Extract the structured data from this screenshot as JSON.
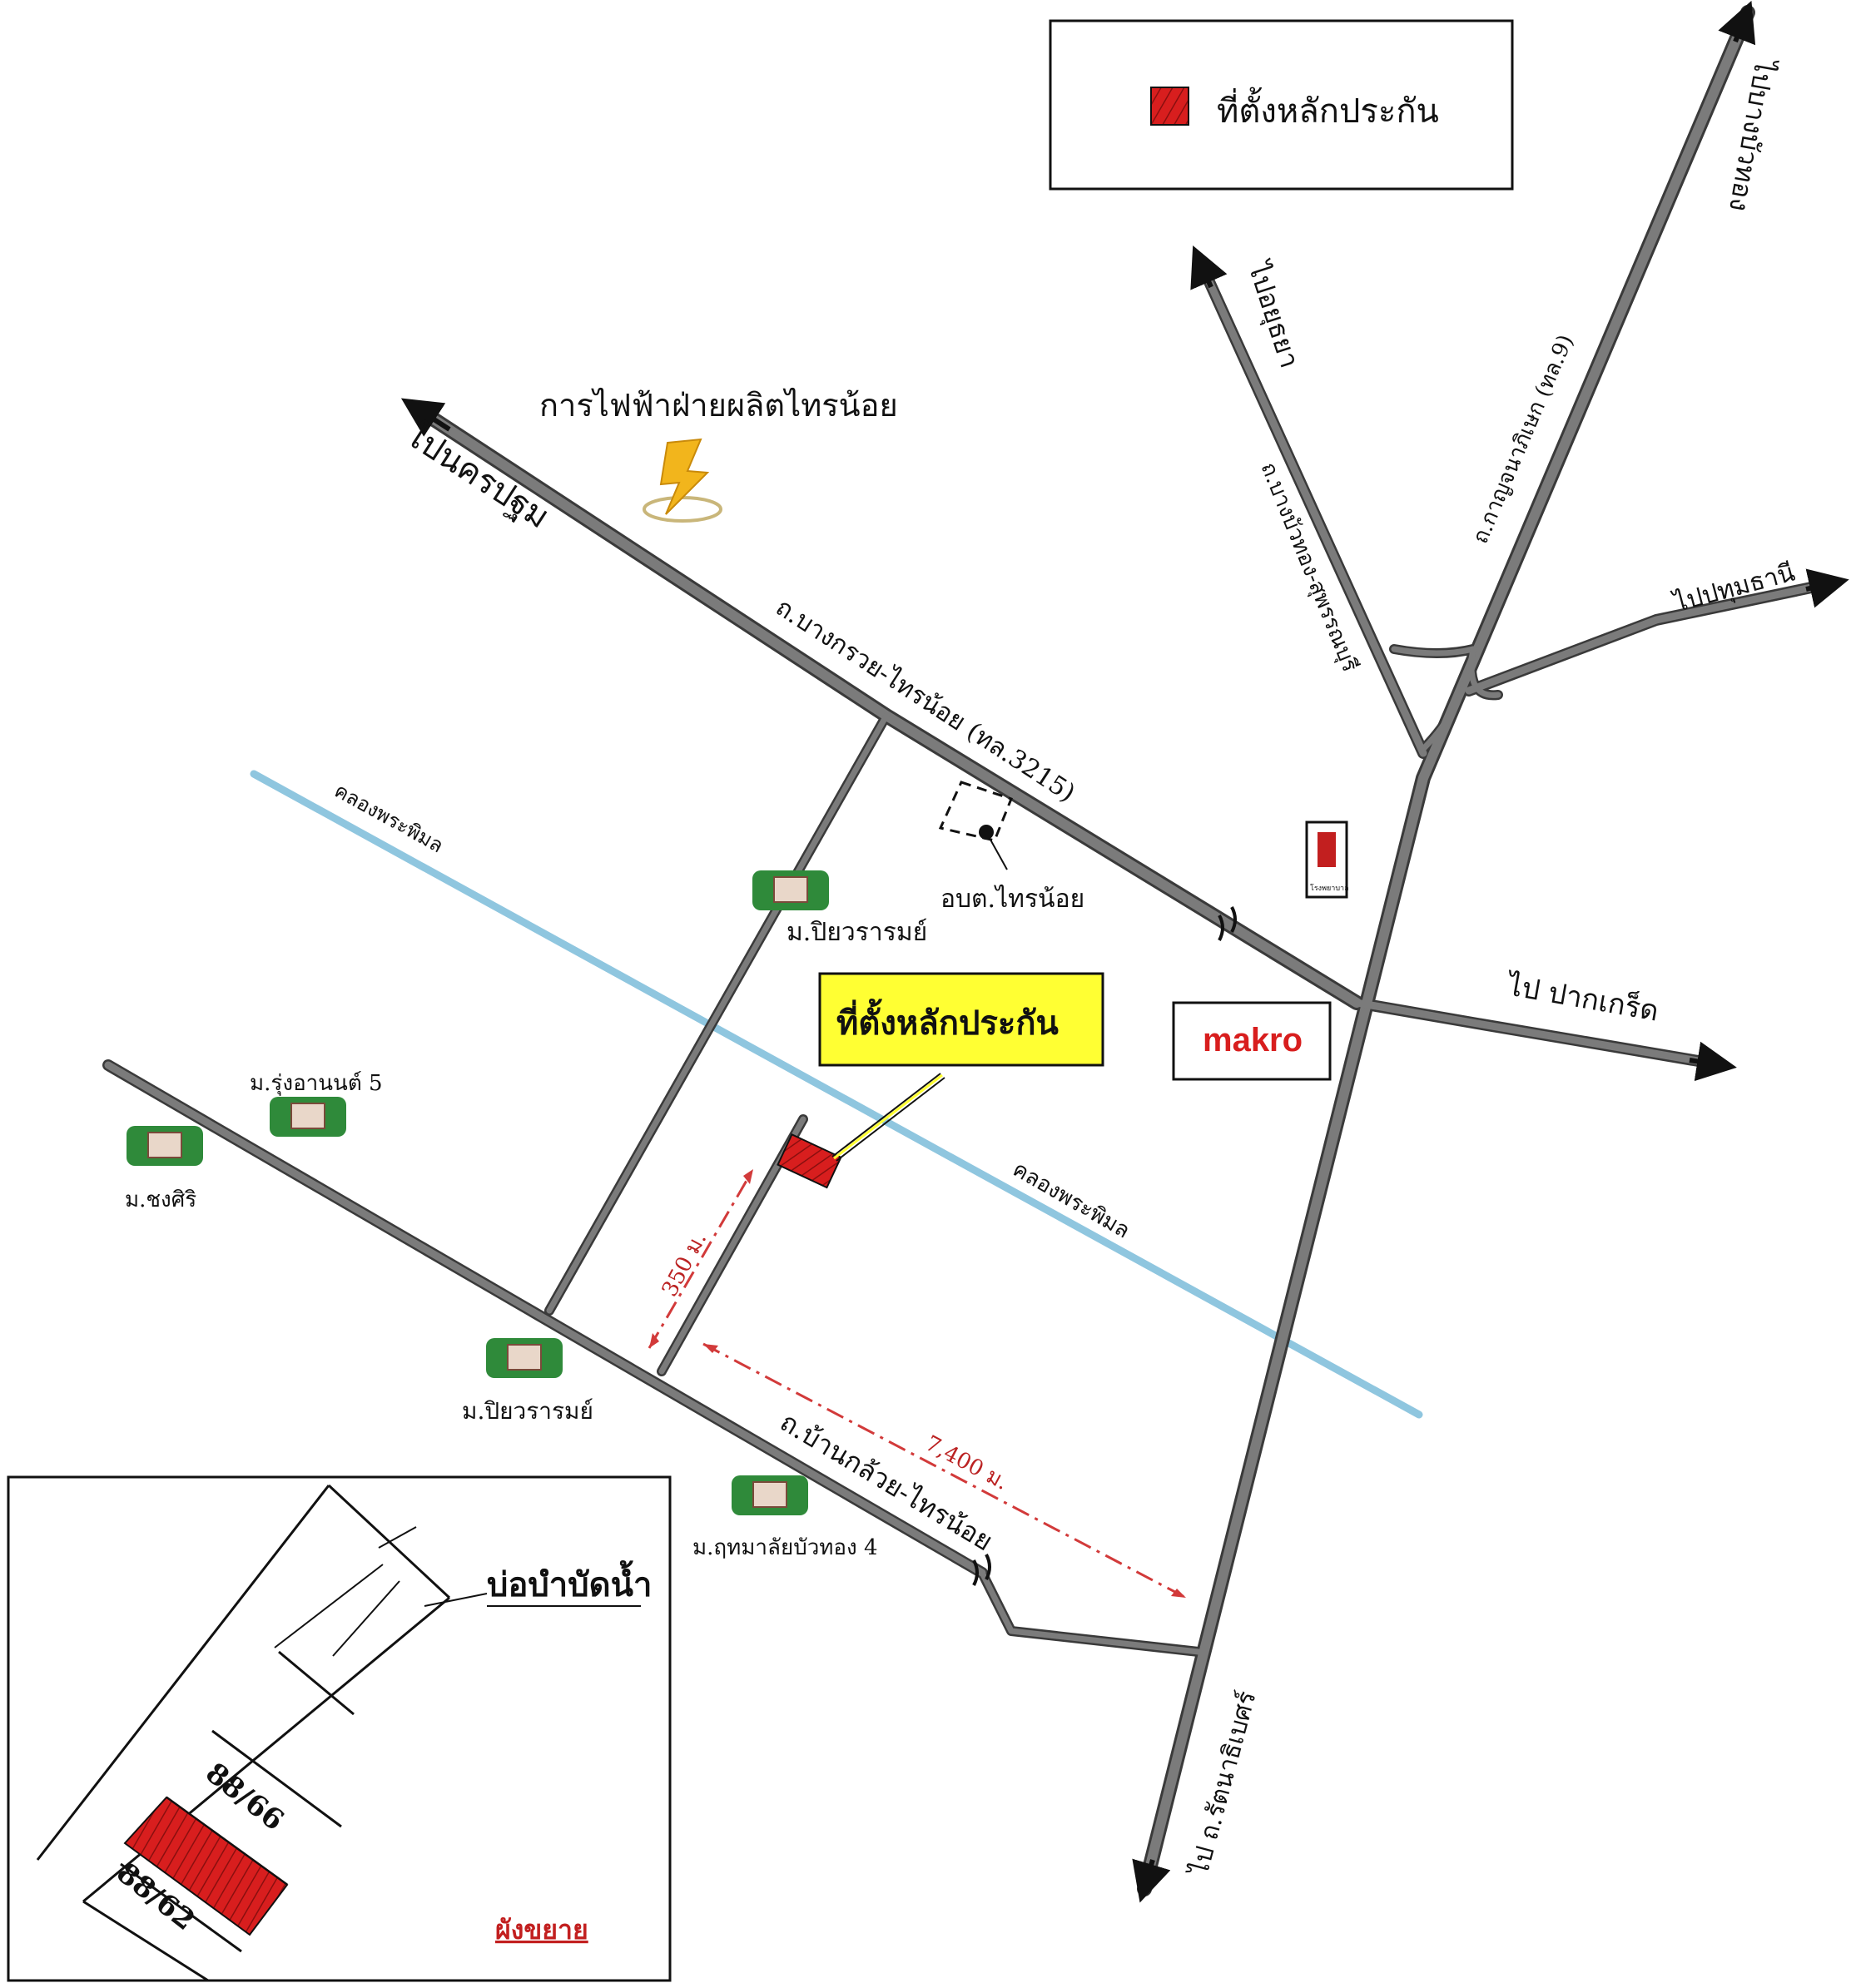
{
  "legend": {
    "marker_label": "ที่ตั้งหลักประกัน",
    "marker_color": "#d81e1e"
  },
  "places": {
    "egat": "การไฟฟ้าฝ่ายผลิตไทรน้อย",
    "sao": "อบต.ไทรน้อย",
    "makro": "makro",
    "collateral_callout": "ที่ตั้งหลักประกัน",
    "collateral_callout_bg": "#ffff33",
    "village_piyaram_1": "ม.ปิยวรารมย์",
    "village_piyaram_2": "ม.ปิยวรารมย์",
    "village_rungarun5": "ม.รุ่งอานนต์ 5",
    "village_chongsiri": "ม.ชงศิริ",
    "village_buathong4": "ม.ฤทมาลัยบัวทอง 4",
    "hospital_label": "โรงพยาบาล"
  },
  "roads": {
    "bangkruai_sainoi": "ถ.บางกรวย-ไทรน้อย (ทล.3215)",
    "bankluay_sainoi": "ถ.บ้านกล้วย-ไทรน้อย",
    "bangbuathong_suphan": "ถ.บางบัวทอง-สุพรรณบุรี",
    "kanchanaphisek": "ถ.กาญจนาภิเษก (ทล.9)"
  },
  "directions": {
    "to_nakhonpathom": "ไปนครปฐม",
    "to_ayutthaya": "ไปอยุธยา",
    "to_bangbuathong": "ไปบางบัวทอง",
    "to_pathumthani": "ไปปทุมธานี",
    "to_pakkret": "ไป ปากเกร็ด",
    "to_rattanathibet": "ไป ถ.รัตนาธิเบศร์"
  },
  "canals": {
    "khlong_phimon_1": "คลองพระพิมล",
    "khlong_phimon_2": "คลองพระพิมล"
  },
  "distances": {
    "soi_length": "350 ม.",
    "to_junction": "7,400 ม."
  },
  "inset": {
    "pond_label": "บ่อบำบัดน้ำ",
    "unit_a": "88/66",
    "unit_b": "88/62",
    "caption": "ผังขยาย"
  }
}
